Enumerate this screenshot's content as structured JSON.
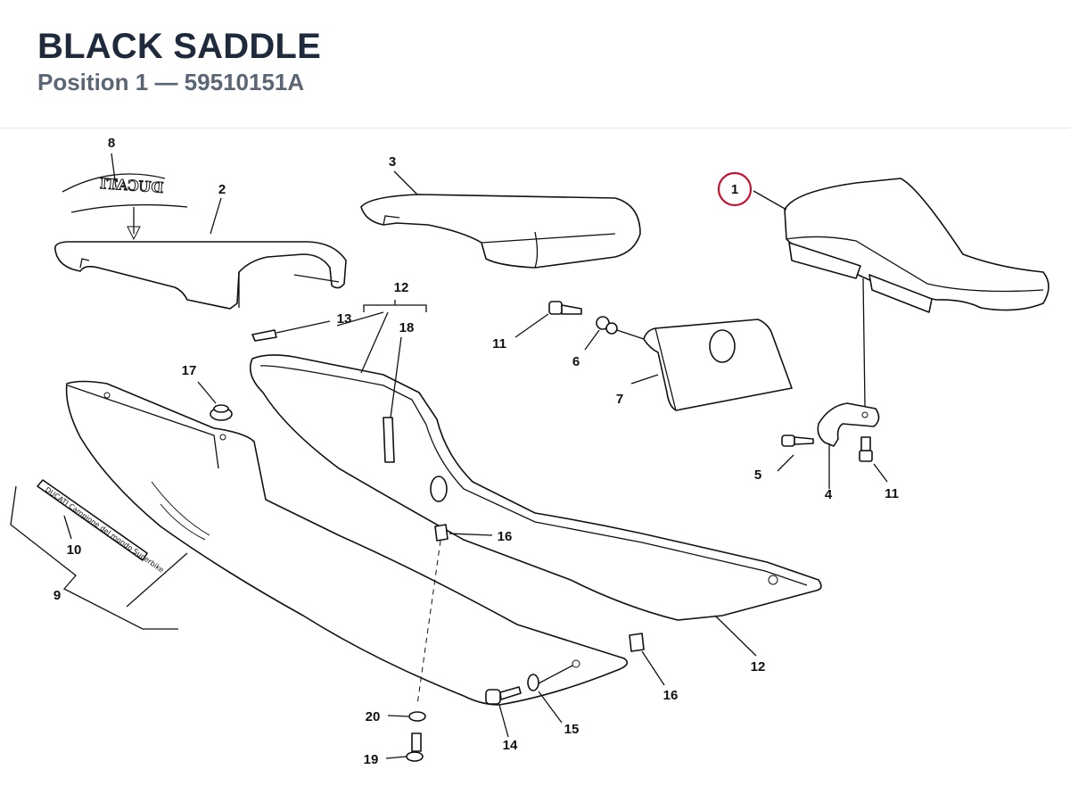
{
  "header": {
    "title": "BLACK SADDLE",
    "subtitle": "Position 1 — 59510151A"
  },
  "diagram": {
    "highlight_color": "#c8102e",
    "highlighted_callout": "1",
    "logo_text": "DUCATI",
    "decal_text": "DUCATI Campione del mondo Superbike",
    "callouts": {
      "c1": "1",
      "c2": "2",
      "c3": "3",
      "c4": "4",
      "c5": "5",
      "c6": "6",
      "c7": "7",
      "c8": "8",
      "c9": "9",
      "c10": "10",
      "c11a": "11",
      "c11b": "11",
      "c12a": "12",
      "c12b": "12",
      "c13": "13",
      "c14": "14",
      "c15": "15",
      "c16a": "16",
      "c16b": "16",
      "c17": "17",
      "c18": "18",
      "c19": "19",
      "c20": "20"
    }
  }
}
